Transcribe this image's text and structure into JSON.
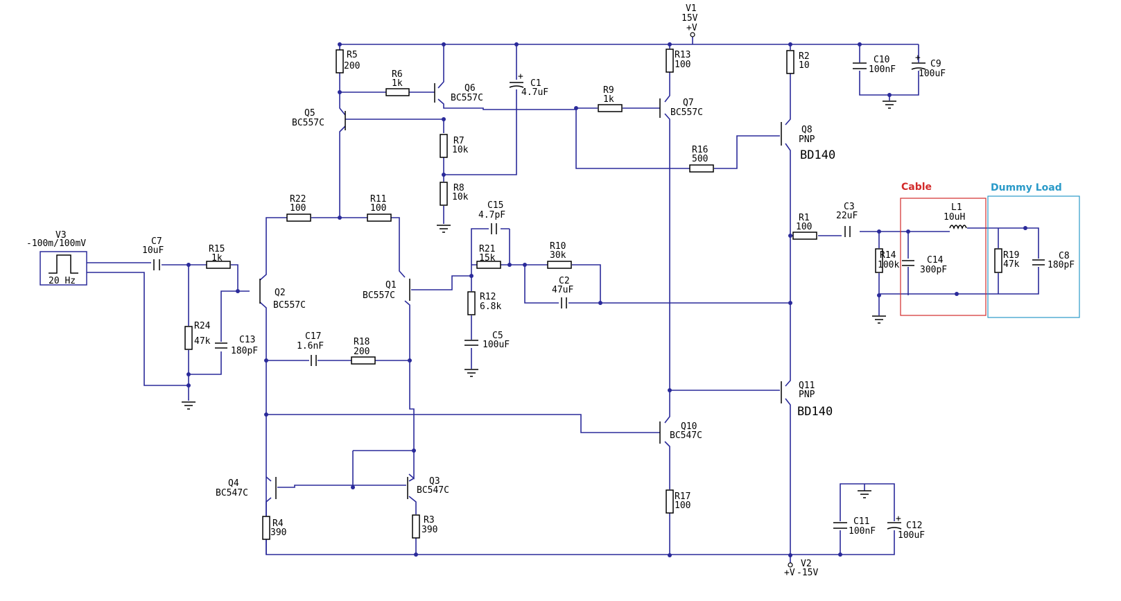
{
  "colors": {
    "wire": "#2a2a9a",
    "cable_box": "#d22a2a",
    "load_box": "#2a9ac8"
  },
  "sections": {
    "cable": "Cable",
    "dummy_load": "Dummy Load"
  },
  "components": {
    "V1": {
      "name": "V1",
      "value": "15V",
      "pin": "+V"
    },
    "V2": {
      "name": "V2",
      "value": "-15V",
      "pin": "+V"
    },
    "V3": {
      "name": "V3",
      "value": "-100m/100mV",
      "freq": "20 Hz"
    },
    "R1": {
      "name": "R1",
      "value": "100"
    },
    "R2": {
      "name": "R2",
      "value": "10"
    },
    "R3": {
      "name": "R3",
      "value": "390"
    },
    "R4": {
      "name": "R4",
      "value": "390"
    },
    "R5": {
      "name": "R5",
      "value": "200"
    },
    "R6": {
      "name": "R6",
      "value": "1k"
    },
    "R7": {
      "name": "R7",
      "value": "10k"
    },
    "R8": {
      "name": "R8",
      "value": "10k"
    },
    "R9": {
      "name": "R9",
      "value": "1k"
    },
    "R10": {
      "name": "R10",
      "value": "30k"
    },
    "R11": {
      "name": "R11",
      "value": "100"
    },
    "R12": {
      "name": "R12",
      "value": "6.8k"
    },
    "R13": {
      "name": "R13",
      "value": "100"
    },
    "R14": {
      "name": "R14",
      "value": "100k"
    },
    "R15": {
      "name": "R15",
      "value": "1k"
    },
    "R16": {
      "name": "R16",
      "value": "500"
    },
    "R17": {
      "name": "R17",
      "value": "100"
    },
    "R18": {
      "name": "R18",
      "value": "200"
    },
    "R19": {
      "name": "R19",
      "value": "47k"
    },
    "R21": {
      "name": "R21",
      "value": "15k"
    },
    "R22": {
      "name": "R22",
      "value": "100"
    },
    "R24": {
      "name": "R24",
      "value": "47k"
    },
    "C1": {
      "name": "C1",
      "value": "4.7uF",
      "pol": "+"
    },
    "C2": {
      "name": "C2",
      "value": "47uF"
    },
    "C3": {
      "name": "C3",
      "value": "22uF"
    },
    "C5": {
      "name": "C5",
      "value": "100uF"
    },
    "C7": {
      "name": "C7",
      "value": "10uF"
    },
    "C8": {
      "name": "C8",
      "value": "180pF"
    },
    "C9": {
      "name": "C9",
      "value": "100uF",
      "pol": "+"
    },
    "C10": {
      "name": "C10",
      "value": "100nF"
    },
    "C11": {
      "name": "C11",
      "value": "100nF"
    },
    "C12": {
      "name": "C12",
      "value": "100uF",
      "pol": "+"
    },
    "C13": {
      "name": "C13",
      "value": "180pF"
    },
    "C14": {
      "name": "C14",
      "value": "300pF"
    },
    "C15": {
      "name": "C15",
      "value": "4.7pF"
    },
    "C17": {
      "name": "C17",
      "value": "1.6nF"
    },
    "L1": {
      "name": "L1",
      "value": "10uH"
    },
    "Q1": {
      "name": "Q1",
      "value": "BC557C"
    },
    "Q2": {
      "name": "Q2",
      "value": "BC557C"
    },
    "Q3": {
      "name": "Q3",
      "value": "BC547C"
    },
    "Q4": {
      "name": "Q4",
      "value": "BC547C"
    },
    "Q5": {
      "name": "Q5",
      "value": "BC557C"
    },
    "Q6": {
      "name": "Q6",
      "value": "BC557C"
    },
    "Q7": {
      "name": "Q7",
      "value": "BC557C"
    },
    "Q8": {
      "name": "Q8",
      "type": "PNP",
      "value": "BD140"
    },
    "Q10": {
      "name": "Q10",
      "value": "BC547C"
    },
    "Q11": {
      "name": "Q11",
      "type": "PNP",
      "value": "BD140"
    }
  }
}
